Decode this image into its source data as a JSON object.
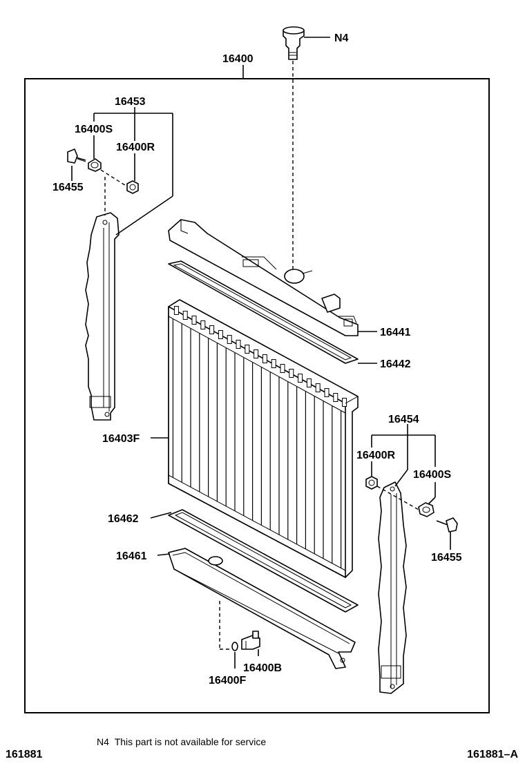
{
  "callouts": {
    "n4": "N4",
    "assembly": "16400",
    "bracket_left": "16453",
    "bolt_s_left": "16400S",
    "nut_r_left": "16400R",
    "bolt_left": "16455",
    "upper_tank": "16441",
    "upper_gasket": "16442",
    "core": "16403F",
    "bracket_right": "16454",
    "nut_r_right": "16400R",
    "bolt_s_right": "16400S",
    "bolt_right": "16455",
    "lower_gasket": "16462",
    "lower_tank": "16461",
    "drain_cock": "16400B",
    "drain_oring": "16400F"
  },
  "footer": {
    "figure_number": "161881",
    "note_code": "N4",
    "note_text": "This part is not available for service",
    "figure_ref": "161881–A"
  }
}
